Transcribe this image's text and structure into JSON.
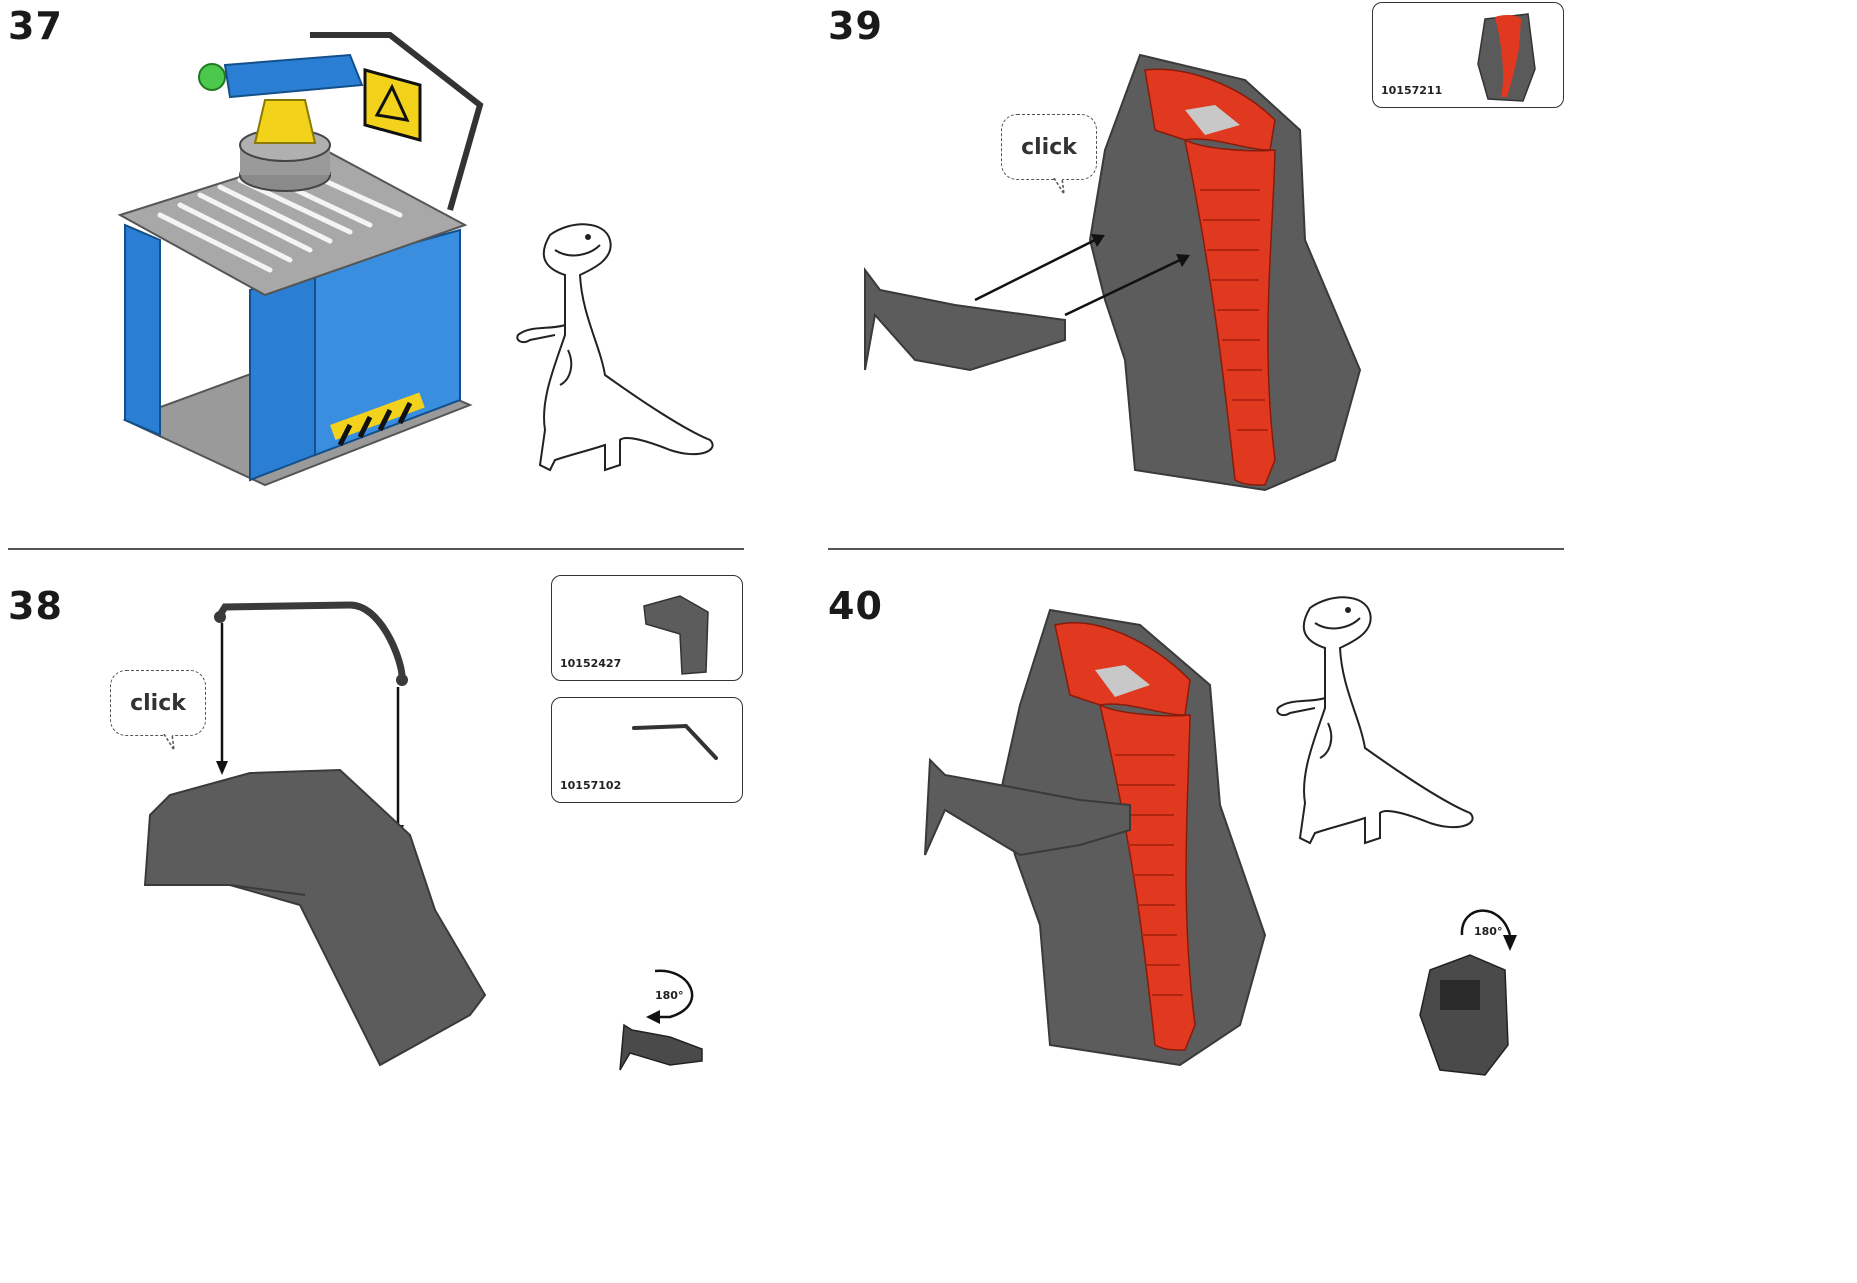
{
  "steps": [
    {
      "number": "37"
    },
    {
      "number": "39",
      "bubble": "click",
      "part_callout": "10157211"
    },
    {
      "number": "38",
      "bubble": "click",
      "part_callouts": [
        "10152427",
        "10157102"
      ],
      "rotation": "180°"
    },
    {
      "number": "40",
      "rotation": "180°"
    }
  ],
  "colors": {
    "rock": "#5a5a5a",
    "lava": "#e0391f",
    "platform_blue": "#2a7fd4",
    "turret_yellow": "#f2d21b"
  },
  "icons": [
    "warning-sign-icon",
    "rotate-180-icon",
    "dinosaur-mascot"
  ]
}
